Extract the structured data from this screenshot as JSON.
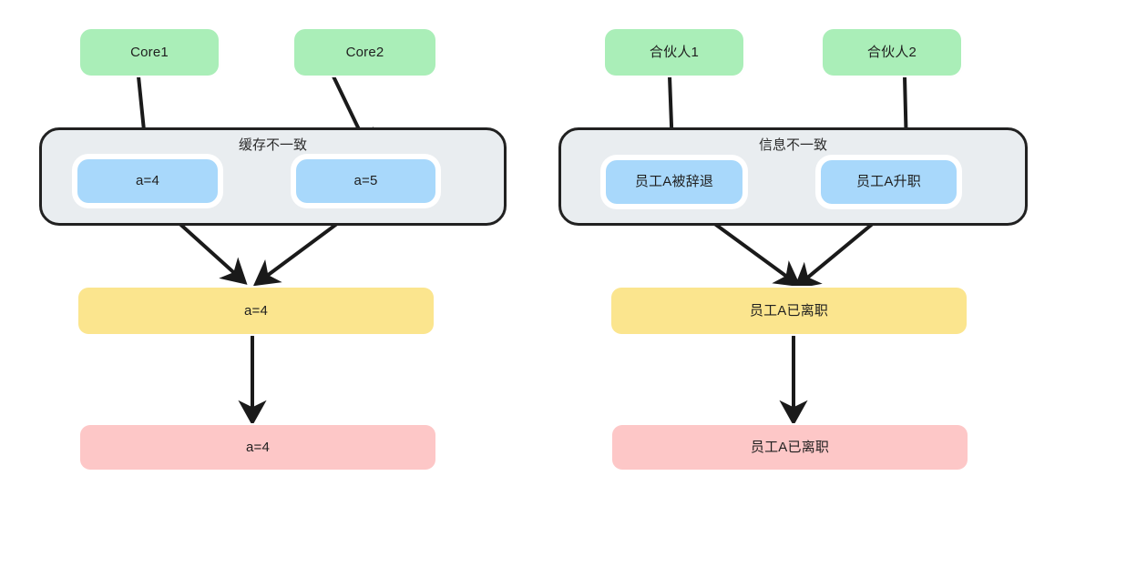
{
  "diagram": {
    "title": "",
    "panels": [
      {
        "id": "cache-panel",
        "group_label": "缓存不一致",
        "sources": [
          {
            "id": "core1",
            "label": "Core1"
          },
          {
            "id": "core2",
            "label": "Core2"
          }
        ],
        "states": [
          {
            "id": "state-a4",
            "label": "a=4"
          },
          {
            "id": "state-a5",
            "label": "a=5"
          }
        ],
        "merged": {
          "id": "merged-a4",
          "label": "a=4"
        },
        "result": {
          "id": "result-a4",
          "label": "a=4"
        }
      },
      {
        "id": "info-panel",
        "group_label": "信息不一致",
        "sources": [
          {
            "id": "partner1",
            "label": "合伙人1"
          },
          {
            "id": "partner2",
            "label": "合伙人2"
          }
        ],
        "states": [
          {
            "id": "state-fired",
            "label": "员工A被辞退"
          },
          {
            "id": "state-promoted",
            "label": "员工A升职"
          }
        ],
        "merged": {
          "id": "merged-left",
          "label": "员工A已离职"
        },
        "result": {
          "id": "result-left",
          "label": "员工A已离职"
        }
      }
    ],
    "colors": {
      "source_fill": "#aaeeb8",
      "state_fill": "#a8d8fb",
      "merged_fill": "#fbe58e",
      "result_fill": "#fdc7c7",
      "group_fill": "#e9edf0",
      "group_stroke": "#212121",
      "arrow_stroke": "#1a1a1a",
      "text": "#1f1f1f",
      "background": "#ffffff"
    }
  }
}
